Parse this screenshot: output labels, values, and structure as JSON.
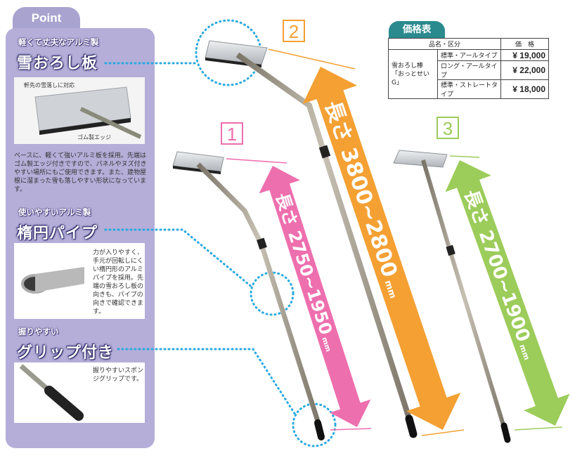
{
  "point": {
    "tab_label": "Point",
    "sections": [
      {
        "sub": "軽くて丈夫なアルミ製",
        "head": "雪おろし板",
        "photo_notes": [
          "軒先の雪落しに対応",
          "ゴム製エッジ"
        ],
        "desc": "ベースに、軽くて強いアルミ板を採用。先端はゴム製エッジ付きですので、パネルやヌズ付きやすい場所にもご使用できます。また、建物屋根に溜まった雪も落しやすい形状になっています。"
      },
      {
        "sub": "使いやすいアルミ製",
        "head": "楕円パイプ",
        "desc": "力が入りやすく、手元が回転しにくい楕円形のアルミパイプを採用。先端の雪おろし板の向きも、パイプの向きで確認できます。"
      },
      {
        "sub": "握りやすい",
        "head": "グリップ付き",
        "desc": "握りやすいスポンジグリップです。"
      }
    ]
  },
  "price": {
    "title": "価格表",
    "col_name": "品名・区分",
    "col_price": "価　格",
    "model": "雪おろし棒「おっとせいG」",
    "rows": [
      {
        "variant": "標準・アールタイプ",
        "price": "¥ 19,000"
      },
      {
        "variant": "ロング・アールタイプ",
        "price": "¥ 22,000"
      },
      {
        "variant": "標準・ストレートタイプ",
        "price": "¥ 18,000"
      }
    ]
  },
  "products": [
    {
      "number": "1",
      "length_label": "長さ",
      "length": "2750~1950",
      "unit": "mm",
      "color": "#ee6fae"
    },
    {
      "number": "2",
      "length_label": "長さ",
      "length": "3800~2800",
      "unit": "mm",
      "color": "#f4a033"
    },
    {
      "number": "3",
      "length_label": "長さ",
      "length": "2700~1900",
      "unit": "mm",
      "color": "#9ccc5a"
    }
  ],
  "colors": {
    "panel": "#b4aed8",
    "dots": "#27a9df",
    "price_header": "#2a8a8e"
  }
}
